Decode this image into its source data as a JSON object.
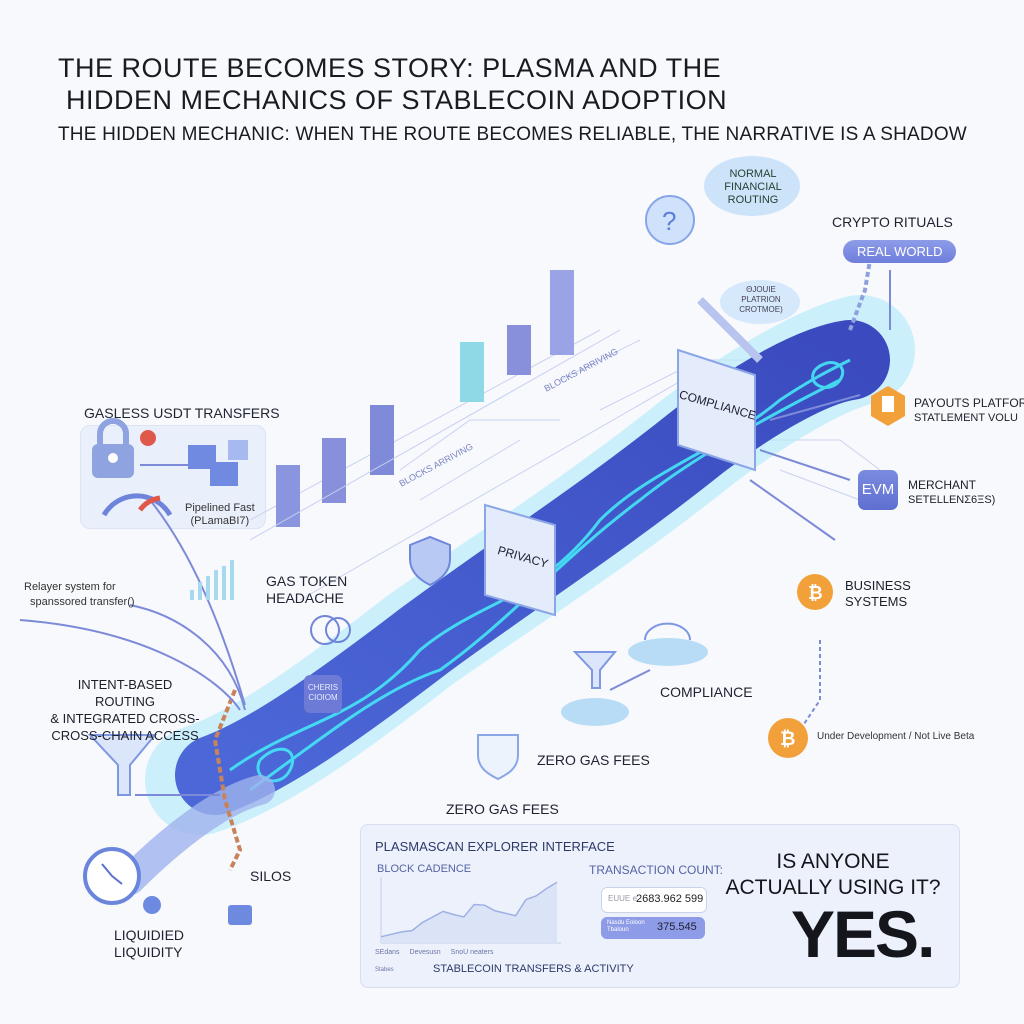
{
  "header": {
    "title_line1": "THE ROUTE BECOMES STORY: PLASMA AND THE",
    "title_line2": "HIDDEN MECHANICS OF STABLECOIN ADOPTION",
    "subtitle": "THE HIDDEN MECHANIC: WHEN THE ROUTE BECOMES RELIABLE, THE NARRATIVE IS A SHADOW"
  },
  "labels": {
    "normal_routing": [
      "NORMAL",
      "FINANCIAL",
      "ROUTING"
    ],
    "crypto_rituals": "CRYPTO RITUALS",
    "real_world": "REAL WORLD",
    "cloud_small": [
      "ΘJΟUIE",
      "PLATRION",
      "CROTMΟE)"
    ],
    "blocks_arriving_1": "BLOCKS ARRIVING",
    "blocks_arriving_2": "BLOCKS ARRIVING",
    "gasless": "GASLESS USDT TRANSFERS",
    "pipelined_1": "Pipelined Fast",
    "pipelined_2": "(PLamaBI7)",
    "relayer_1": "Relayer system for",
    "relayer_2": "spanssored transfer()",
    "gas_token_1": "GAS TOKEN",
    "gas_token_2": "HEADACHE",
    "intent_1": "INTENT-BASED ROUTING",
    "intent_2": "& INTEGRATED CROSS-",
    "intent_3": "CROSS-CHAIN ACCESS",
    "chat_badge_1": "CHERIS",
    "chat_badge_2": "CIOIOM",
    "privacy": "PRIVACY",
    "compliance_gate": "COMPLIANCE",
    "compliance": "COMPLIANCE",
    "zero_gas_1": "ZERO GAS FEES",
    "zero_gas_2": "ZERO GAS FEES",
    "silos": "SILOS",
    "liquidity_1": "LIQUIDIED",
    "liquidity_2": "LIQUIDITY",
    "payouts_1": "PAYOUTS PLATFOR",
    "payouts_2": "STATLEMENT VOLU",
    "evm": "EVM",
    "merchant_1": "MERCHANT",
    "merchant_2": "SETELLENΣ6ΞS)",
    "business_1": "BUSINESS",
    "business_2": "SYSTEMS",
    "under_dev": "Under Development / Not Live Beta"
  },
  "explorer": {
    "title": "PLASMASCAN EXPLORER INTERFACE",
    "block_cadence": "BLOCK CADENCE",
    "tx_count_label": "TRANSACTION COUNT:",
    "tx_box1_label": "EUUE e",
    "tx_box1_value": "2683.962 599",
    "tx_box2_label_1": "Nasdu Eoloon",
    "tx_box2_label_2": "Tbaloun",
    "tx_box2_value": "375.545",
    "legend_1": "SEdans",
    "legend_2": "Devesusn",
    "legend_3": "SnoU neaters",
    "legend_4": "Stabes",
    "footer": "STABLECOIN TRANSFERS & ACTIVITY",
    "chart_series": [
      10,
      14,
      18,
      20,
      33,
      42,
      51,
      46,
      42,
      62,
      61,
      52,
      48,
      44,
      70,
      76,
      88,
      98
    ]
  },
  "callout": {
    "question_1": "IS ANYONE",
    "question_2": "ACTUALLY USING IT?",
    "answer": "YES."
  },
  "colors": {
    "route_dark": "#3a4fc4",
    "route_glow": "#3fe0f5",
    "accent_purple": "#7a86dc",
    "orange": "#f2a03a",
    "chain": "#c9835a"
  }
}
